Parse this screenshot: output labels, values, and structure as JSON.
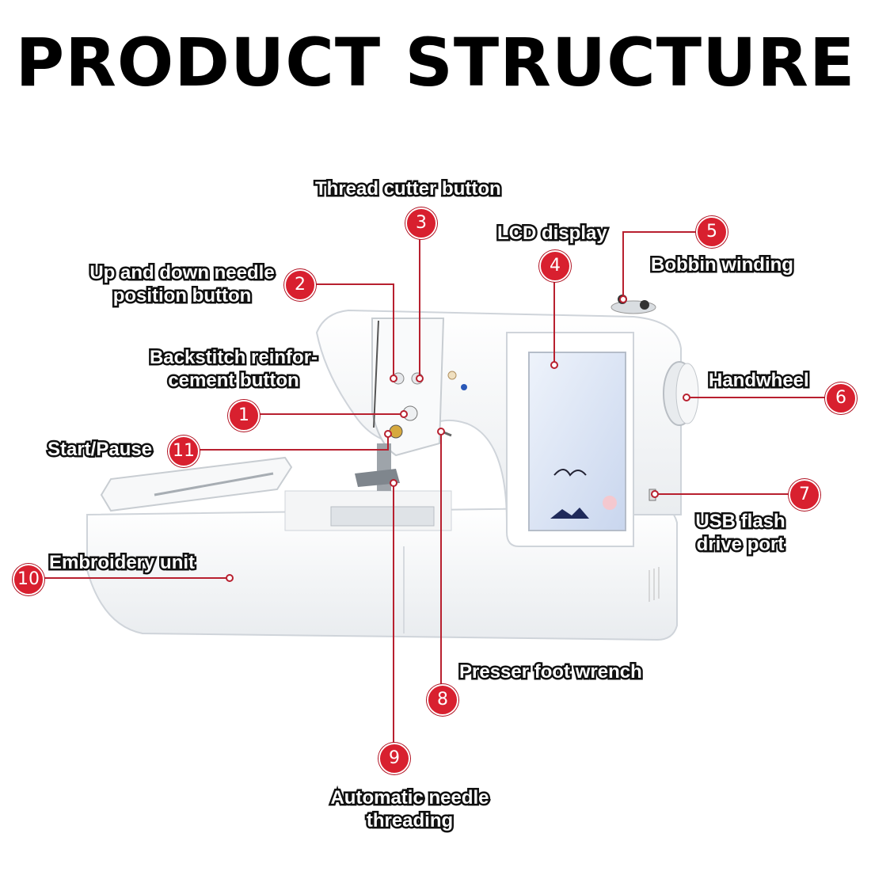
{
  "title": "PRODUCT STRUCTURE",
  "callouts": [
    {
      "num": "1",
      "label": "Backstitch reinfor-\ncement button"
    },
    {
      "num": "2",
      "label": "Up and down needle\nposition button"
    },
    {
      "num": "3",
      "label": "Thread cutter button"
    },
    {
      "num": "4",
      "label": "LCD display"
    },
    {
      "num": "5",
      "label": "Bobbin winding"
    },
    {
      "num": "6",
      "label": "Handwheel"
    },
    {
      "num": "7",
      "label": "USB flash\ndrive port"
    },
    {
      "num": "8",
      "label": "Presser foot wrench"
    },
    {
      "num": "9",
      "label": "Automatic needle\nthreading"
    },
    {
      "num": "10",
      "label": "Embroidery unit"
    },
    {
      "num": "11",
      "label": "Start/Pause"
    }
  ],
  "colors": {
    "badge": "#d8202f",
    "leader_line": "#b8202f"
  }
}
